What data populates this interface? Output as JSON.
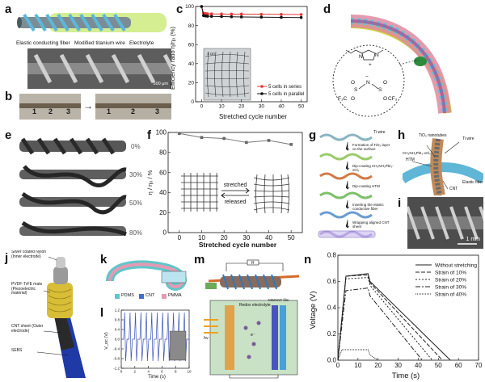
{
  "panel_labels": {
    "a": "a",
    "b": "b",
    "c": "c",
    "d": "d",
    "e": "e",
    "f": "f",
    "g": "g",
    "h": "h",
    "i": "i",
    "j": "j",
    "k": "k",
    "l": "l",
    "m": "m",
    "n": "n"
  },
  "panel_a": {
    "labels": [
      "Elastic conducting fiber",
      "Modified titanium wire",
      "Electrolyte"
    ],
    "scale_bar": "500 μm"
  },
  "panel_b": {
    "ruler_marks": [
      "1",
      "2",
      "3"
    ]
  },
  "panel_c": {
    "chart_data": {
      "type": "line",
      "xlabel": "Stretched cycle number",
      "ylabel": "Efficiency ratio η/η₀ (%)",
      "xlim": [
        -3,
        53
      ],
      "ylim": [
        0,
        100
      ],
      "xticks": [
        0,
        10,
        20,
        30,
        40,
        50
      ],
      "yticks": [
        0,
        20,
        40,
        60,
        80,
        100
      ],
      "x": [
        0,
        1,
        2,
        3,
        5,
        10,
        15,
        20,
        30,
        40,
        50
      ],
      "series": [
        {
          "name": "5 cells in series",
          "color": "#e53935",
          "values": [
            100,
            93,
            92.5,
            92.3,
            92.2,
            92.1,
            92,
            92,
            91.8,
            91.7,
            91.5
          ]
        },
        {
          "name": "5 cells in parallel",
          "color": "#111111",
          "values": [
            100,
            90.5,
            90,
            89.8,
            89.6,
            89.4,
            89.2,
            89,
            88.8,
            88.6,
            88.4
          ]
        }
      ],
      "legend": "bottom-right",
      "inset_scale": "1 cm"
    }
  },
  "panel_d": {
    "chemistry": {
      "f3c_left": "F₃C",
      "cf3_right": "CF₃",
      "n_minus": "N",
      "minus_sign": "−",
      "plus_sign": "+",
      "n_methyl": "N",
      "n_ring": "N",
      "s_left": "S",
      "s_right": "S",
      "o": "O"
    }
  },
  "panel_e": {
    "strains": [
      "0%",
      "30%",
      "50%",
      "80%"
    ]
  },
  "panel_f": {
    "chart_data": {
      "type": "line",
      "xlabel": "Stretched cycle number",
      "ylabel": "η / η₀ / %",
      "xlim": [
        -5,
        55
      ],
      "ylim": [
        0,
        100
      ],
      "xticks": [
        0,
        10,
        20,
        30,
        40,
        50
      ],
      "yticks": [
        0,
        20,
        40,
        60,
        80,
        100
      ],
      "x": [
        0,
        10,
        20,
        30,
        40,
        50
      ],
      "values": [
        99,
        95,
        94,
        90,
        92,
        88
      ],
      "inset_labels": [
        "stretched",
        "released"
      ]
    }
  },
  "panel_g": {
    "steps": [
      "Ti wire",
      "Formation of TiO₂ layer on the surface",
      "Dip-coating CH₃NH₃PbI₃-xClₓ",
      "Dip-coating HTM",
      "Inserting the elastic conductive fiber",
      "Wrapping aligned CNT sheet"
    ]
  },
  "panel_h": {
    "labels": [
      "TiO₂ nanotubes",
      "Ti wire",
      "CH₃NH₃PbI₃-xClₓ",
      "HTM",
      "CNT",
      "Elastic fiber"
    ]
  },
  "panel_i": {
    "scale_bar": "1 mm"
  },
  "panel_j": {
    "labels": [
      "Silver coated Nylon (Inner electrode)",
      "PVDF-TrFE mats (Piezoelectric material)",
      "CNT sheet (Outer electrode)",
      "SEBS"
    ]
  },
  "panel_k": {
    "legend": [
      "PDMS",
      "CNT",
      "PMMA"
    ]
  },
  "panel_l": {
    "chart_data": {
      "type": "line",
      "xlabel": "Time (s)",
      "ylabel": "V_oc (V)",
      "xlim": [
        0,
        10
      ],
      "ylim": [
        -1.2,
        1.2
      ],
      "xticks": [
        0,
        2,
        4,
        6,
        8,
        10
      ],
      "yticks": [
        -1.2,
        -0.8,
        -0.4,
        0.0,
        0.4,
        0.8,
        1.2
      ],
      "peaks": [
        0.5,
        1.3,
        2.1,
        2.9,
        3.7,
        4.5,
        5.3,
        6.1,
        6.9,
        7.7,
        8.5,
        9.3
      ],
      "peak_value": 1.1,
      "trough_value": -0.9
    }
  },
  "panel_m": {
    "labels": [
      "Redox electrolyte",
      "MWCNT film",
      "hv",
      "e⁻",
      "R"
    ]
  },
  "panel_n": {
    "chart_data": {
      "type": "line",
      "xlabel": "Time (s)",
      "ylabel": "Voltage (V)",
      "xlim": [
        0,
        70
      ],
      "ylim": [
        0,
        0.8
      ],
      "xticks": [
        0,
        10,
        20,
        30,
        40,
        50,
        60,
        70
      ],
      "yticks": [
        0.0,
        0.2,
        0.4,
        0.6,
        0.8
      ],
      "series": [
        {
          "name": "Without stretching",
          "dash": "",
          "points": [
            [
              0,
              0
            ],
            [
              4,
              0.64
            ],
            [
              15,
              0.66
            ],
            [
              16,
              0.6
            ],
            [
              56,
              0
            ]
          ]
        },
        {
          "name": "Strain of 10%",
          "dash": "5,2",
          "points": [
            [
              0,
              0
            ],
            [
              4,
              0.64
            ],
            [
              15,
              0.65
            ],
            [
              16,
              0.59
            ],
            [
              52,
              0
            ]
          ]
        },
        {
          "name": "Strain of 20%",
          "dash": "2,2",
          "points": [
            [
              0,
              0
            ],
            [
              4,
              0.62
            ],
            [
              15,
              0.63
            ],
            [
              16,
              0.57
            ],
            [
              47,
              0
            ]
          ]
        },
        {
          "name": "Strain of 30%",
          "dash": "6,2,2,2",
          "points": [
            [
              0,
              0
            ],
            [
              4,
              0.53
            ],
            [
              15,
              0.55
            ],
            [
              16,
              0.49
            ],
            [
              42,
              0
            ]
          ]
        },
        {
          "name": "Strain of 40%",
          "dash": "1,1",
          "points": [
            [
              0,
              0
            ],
            [
              2,
              0.08
            ],
            [
              15,
              0.08
            ],
            [
              16,
              0.04
            ],
            [
              20,
              0
            ]
          ]
        }
      ],
      "legend": "top-right"
    }
  }
}
